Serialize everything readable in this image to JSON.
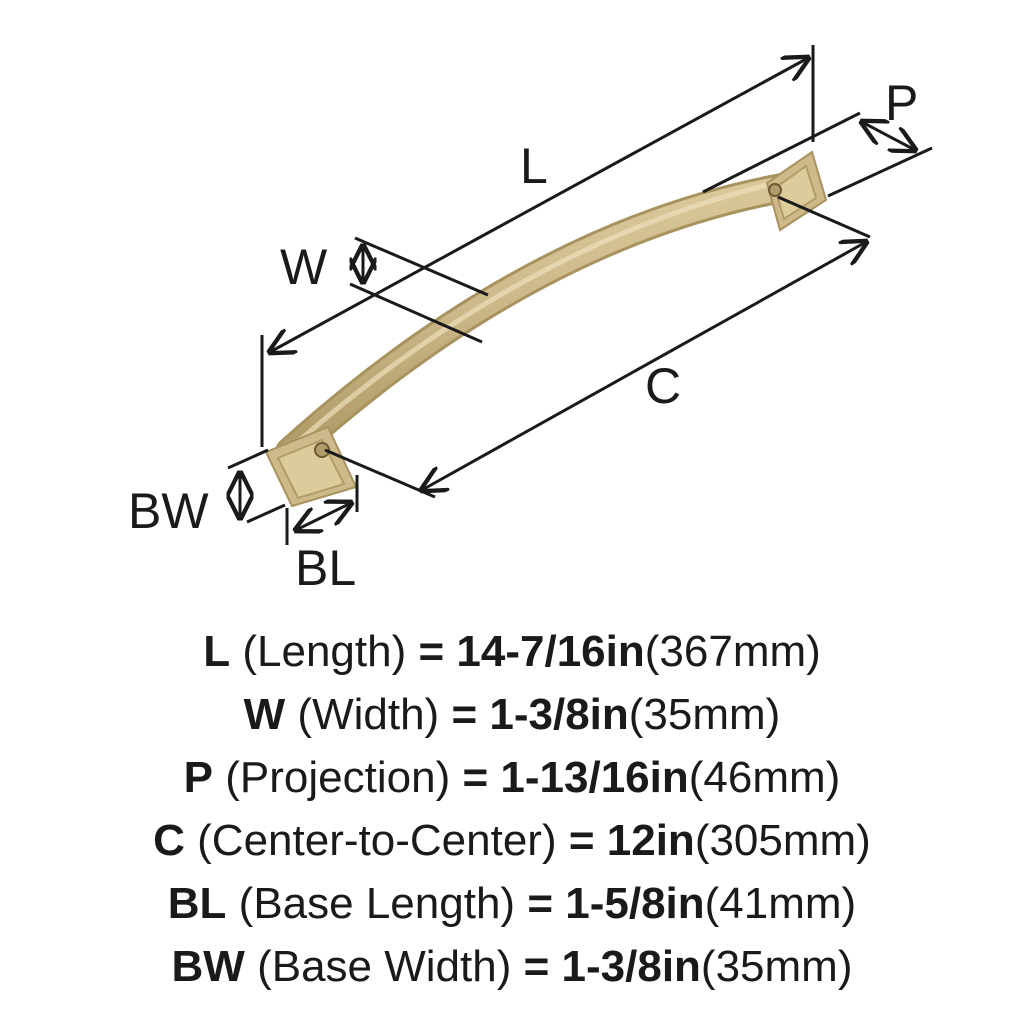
{
  "labels": {
    "L": "L",
    "W": "W",
    "P": "P",
    "C": "C",
    "BW": "BW",
    "BL": "BL"
  },
  "colors": {
    "finish": "#cdb98a",
    "finish_dark": "#a8925e",
    "line": "#1a1a1a"
  },
  "specs": [
    {
      "code": "L",
      "name": "(Length)",
      "eq": "=",
      "imperial": "14-7/16in",
      "metric": "(367mm)"
    },
    {
      "code": "W",
      "name": "(Width)",
      "eq": "=",
      "imperial": "1-3/8in",
      "metric": "(35mm)"
    },
    {
      "code": "P",
      "name": "(Projection)",
      "eq": "=",
      "imperial": "1-13/16in",
      "metric": "(46mm)"
    },
    {
      "code": "C",
      "name": "(Center-to-Center)",
      "eq": "=",
      "imperial": "12in",
      "metric": "(305mm)"
    },
    {
      "code": "BL",
      "name": "(Base Length)",
      "eq": "=",
      "imperial": "1-5/8in",
      "metric": "(41mm)"
    },
    {
      "code": "BW",
      "name": "(Base Width)",
      "eq": "=",
      "imperial": "1-3/8in",
      "metric": "(35mm)"
    }
  ]
}
